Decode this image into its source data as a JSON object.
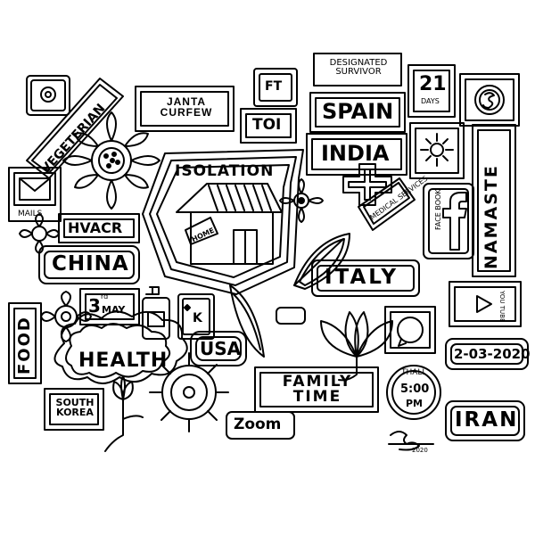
{
  "colors": {
    "ink": "#000000",
    "paper": "#ffffff"
  },
  "labels": {
    "vegetarian": "VEGETERIAN",
    "janta_curfew": "JANTA CURFEW",
    "ft": "FT",
    "toi": "TOI",
    "designated_survivor": "DESIGNATED SURVIVOR",
    "days_number": "21",
    "days_word": "DAYS",
    "spain": "SPAIN",
    "india": "INDIA",
    "isolation": "ISOLATION",
    "home": "HOME",
    "medical_services": "MEDICAL SERVICES",
    "facebook": "FACE BOOK",
    "namaste": "NAMASTE",
    "mails": "MAILS",
    "hvacr": "HVACR",
    "china": "CHINA",
    "italy": "ITALY",
    "may_day": "3",
    "may_suffix": "rd",
    "may_month": "MAY",
    "card_k": "K",
    "food": "FOOD",
    "health": "HEALTH",
    "usa": "USA",
    "youtube": "YOU TUBE",
    "date": "2-03-2020",
    "south_korea": "SOUTH KOREA",
    "family_time": "FAMILY TIME",
    "thali": "THALI",
    "clock_time": "5:00",
    "clock_pm": "PM",
    "zoom": "Zoom",
    "iran": "IRAN",
    "signature_year": "2020"
  },
  "icons": [
    "instagram-icon",
    "tv-icon",
    "skype-icon",
    "medical-cross-icon",
    "mail-envelope-icon",
    "facebook-f-icon",
    "youtube-play-icon",
    "whatsapp-icon",
    "sun-icon",
    "hand-sanitizer-icon",
    "flower-icon",
    "leaf-icon",
    "house-icon",
    "clock-icon",
    "signature-mark"
  ]
}
